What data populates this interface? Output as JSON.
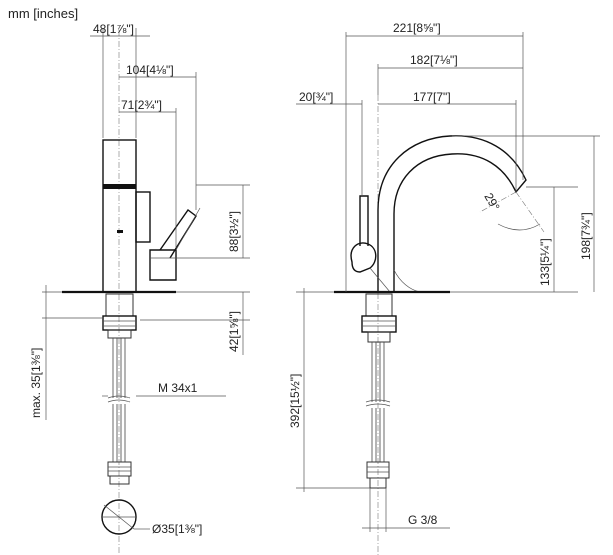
{
  "units_label": "mm [inches]",
  "front_view": {
    "dim_width": "48",
    "dim_width_in": "1⅞\"",
    "dim_handle_reach": "104",
    "dim_handle_reach_in": "4⅛\"",
    "dim_lever": "71",
    "dim_lever_in": "2¾\"",
    "dim_lever_height": "88",
    "dim_lever_height_in": "3½\"",
    "dim_base_height": "42",
    "dim_base_height_in": "1⅝\"",
    "dim_max_thickness": "max. 35",
    "dim_max_thickness_in": "1⅜\"",
    "thread_label": "M 34x1",
    "dim_diameter": "Ø35",
    "dim_diameter_in": "1⅜\""
  },
  "side_view": {
    "dim_total_reach": "221",
    "dim_total_reach_in": "8⅝\"",
    "dim_spout_reach": "182",
    "dim_spout_reach_in": "7⅛\"",
    "dim_offset": "20",
    "dim_offset_in": "¾\"",
    "dim_spout_inner": "177",
    "dim_spout_inner_in": "7\"",
    "dim_angle": "29°",
    "dim_outlet_height": "133",
    "dim_outlet_height_in": "5¼\"",
    "dim_total_height": "198",
    "dim_total_height_in": "7¾\"",
    "dim_hose_length": "392",
    "dim_hose_length_in": "15½\"",
    "connection_label": "G 3/8"
  }
}
